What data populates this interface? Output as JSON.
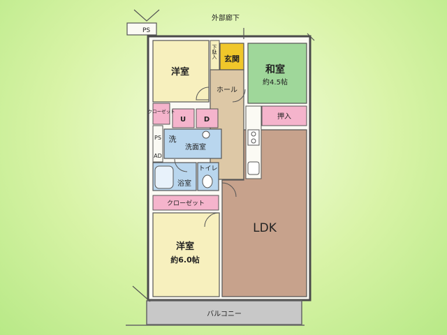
{
  "labels": {
    "corridor": "外部廊下",
    "ps_top": "PS",
    "entrance": "玄関",
    "shoe_closet": "下駄入",
    "hall": "ホール",
    "western_room_1": "洋室",
    "japanese_room": "和室",
    "japanese_room_size": "約4.5帖",
    "closet_small": "クローゼット",
    "ud_left": "U",
    "ud_right": "D",
    "oshiire": "押入",
    "ps_side": "PS",
    "ad_side": "AD",
    "washer": "洗",
    "washroom": "洗面室",
    "bath": "浴室",
    "toilet": "トイレ",
    "closet_long": "クローゼット",
    "ldk": "LDK",
    "western_room_2": "洋室",
    "western_room_2_size": "約6.0帖",
    "balcony": "バルコニー"
  },
  "colors": {
    "western": "#f7f0be",
    "entrance": "#f0c72a",
    "hall": "#ddc8a6",
    "japanese": "#9fd79a",
    "closet": "#f5b4cc",
    "water": "#b9d6ee",
    "ldk": "#c7a28c",
    "balcony": "#c8c8c8",
    "wall": "#4a4a4a"
  }
}
